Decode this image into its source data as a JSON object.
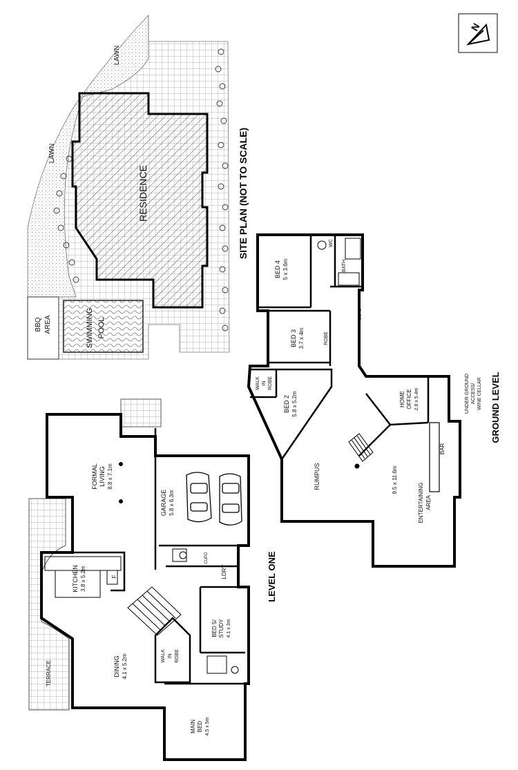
{
  "north": {
    "letter": "N"
  },
  "site_plan": {
    "title": "SITE PLAN (NOT TO SCALE)",
    "lawn_top": "LAWN",
    "lawn_left": "LAWN",
    "residence": "RESIDENCE",
    "pool": [
      "SWIMMING",
      "POOL"
    ],
    "bbq": [
      "BBQ",
      "AREA"
    ]
  },
  "ground_level": {
    "title": "GROUND LEVEL",
    "bed4": {
      "name": "BED 4",
      "size": "5 x 3.6m"
    },
    "bed3": {
      "name": "BED 3",
      "size": "3.7 x 4m"
    },
    "bed2": {
      "name": "BED 2",
      "size": "5.8 x 5.2m"
    },
    "walk_in_robe": [
      "WALK",
      "IN",
      "ROBE"
    ],
    "robe": "ROBE",
    "bath": "BATH",
    "wc": "WC",
    "cupd": "CUPD",
    "rumpus": "RUMPUS",
    "entertaining": {
      "name": [
        "ENTERTAINING",
        "AREA"
      ],
      "size": "9.5 x 11.6m"
    },
    "home_office": {
      "name": [
        "HOME",
        "OFFICE"
      ],
      "size": "2.8 x 5.4m"
    },
    "bar": "BAR",
    "underground": [
      "UNDER GROUND",
      "ACCESS/",
      "WINE CELLAR"
    ]
  },
  "level_one": {
    "title": "LEVEL ONE",
    "formal_living": {
      "name": [
        "FORMAL",
        "LIVING"
      ],
      "size": "8.8 x 7.1m"
    },
    "garage": {
      "name": "GARAGE",
      "size": "5.8 x 6.3m"
    },
    "kitchen": {
      "name": "KITCHEN",
      "size": "3.8 x 5.2m"
    },
    "dining": {
      "name": "DINING",
      "size": "4.1 x 5.2m"
    },
    "terrace": "TERRACE",
    "walk_in_robe": [
      "WALK",
      "IN",
      "ROBE"
    ],
    "ldry": "LDRY",
    "cupd": "CUPD",
    "bed5": {
      "name": [
        "BED 5/",
        "STUDY"
      ],
      "size": "4.1 x 3m"
    },
    "main_bed": {
      "name": [
        "MAIN",
        "BED"
      ],
      "size": "4.5 x 5m"
    },
    "fridge": "F"
  }
}
